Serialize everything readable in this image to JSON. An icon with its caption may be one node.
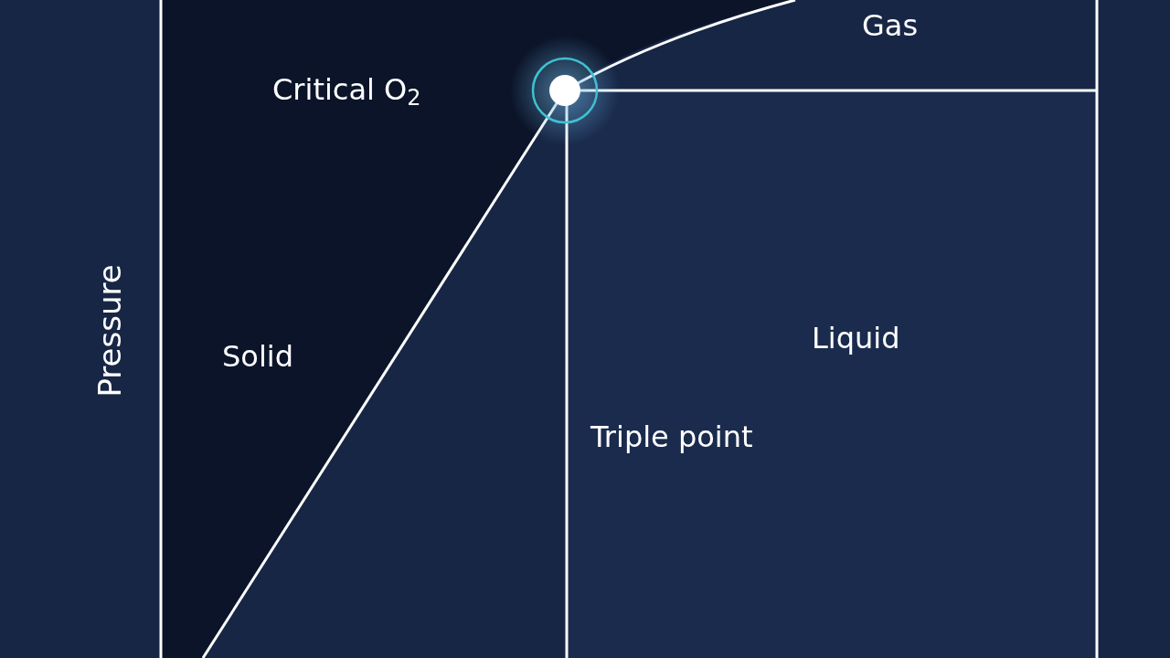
{
  "diagram": {
    "labels": [
      "Gas",
      "Critical O$_{2}$",
      "Pressure",
      "Solid",
      "Liquid",
      "Triple point"
    ]
  }
}
